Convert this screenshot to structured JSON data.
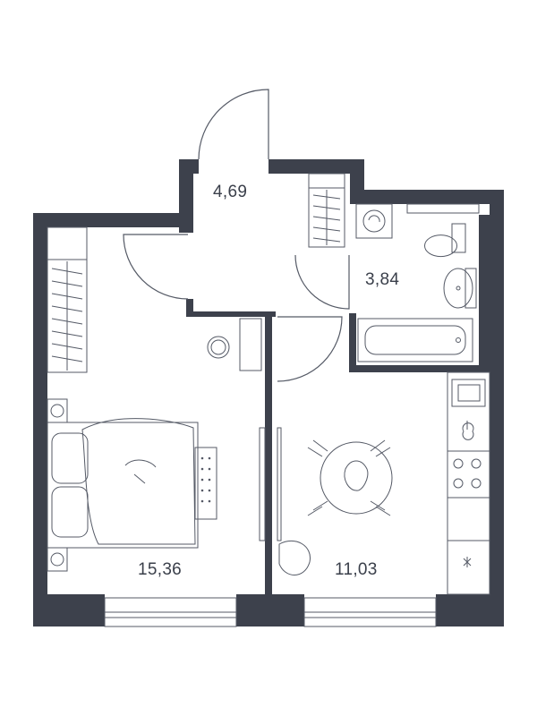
{
  "rooms": [
    {
      "id": "hall",
      "area": "4,69"
    },
    {
      "id": "bathroom",
      "area": "3,84"
    },
    {
      "id": "bedroom",
      "area": "15,36"
    },
    {
      "id": "kitchen",
      "area": "11,03"
    }
  ],
  "colors": {
    "wall": "#3d414c",
    "line": "#555a66",
    "fill": "#ffffff",
    "text": "#3a3f4a"
  }
}
